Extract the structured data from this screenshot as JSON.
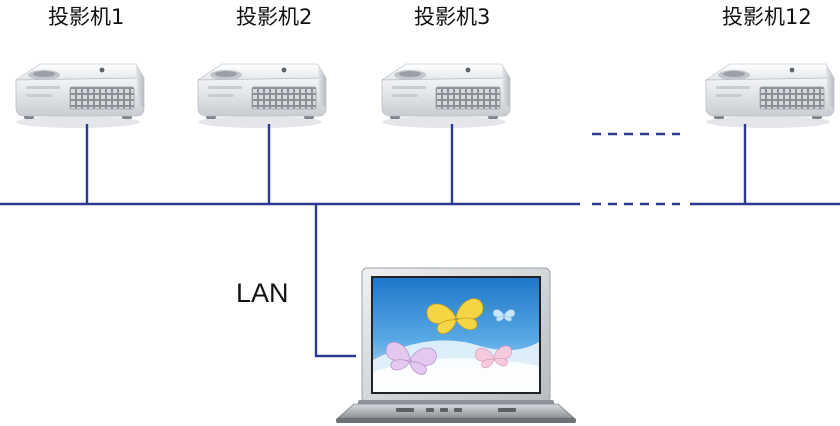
{
  "projectors": [
    {
      "label": "投影机1"
    },
    {
      "label": "投影机2"
    },
    {
      "label": "投影机3"
    },
    {
      "label": "投影机12"
    }
  ],
  "network": {
    "lan_label": "LAN"
  },
  "colors": {
    "wire": "#2b3a8f",
    "projector_body": "#eef0f2",
    "screen_sky": "#2f8fd6"
  }
}
